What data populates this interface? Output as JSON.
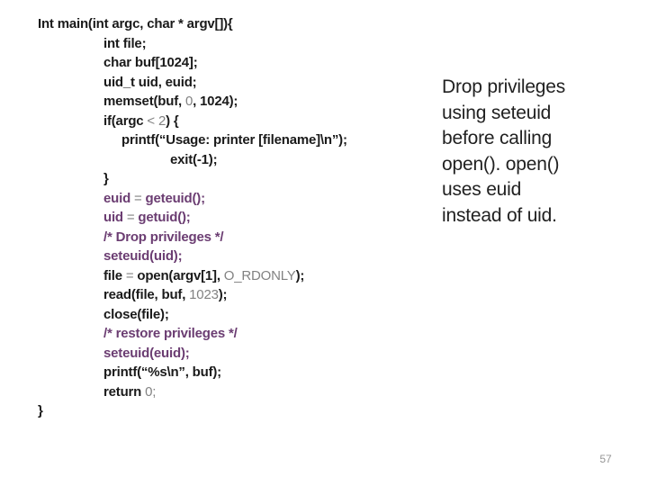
{
  "page": {
    "number": "57"
  },
  "colors": {
    "background": "#ffffff",
    "code_text": "#1a1a1a",
    "muted_token": "#828282",
    "privilege_highlight": "#6b3d72",
    "annotation_text": "#212121",
    "page_number": "#969696"
  },
  "annotation": {
    "full_text": "Drop privileges using seteuid before calling open(). open() uses euid instead of uid.",
    "lines": [
      "Drop privileges",
      "using seteuid",
      "before calling",
      "open(). open()",
      "uses euid",
      "instead of uid."
    ]
  },
  "code": {
    "language": "c",
    "lines": [
      {
        "indent": 0,
        "segments": [
          {
            "text": "Int main(int argc, char * argv[]){",
            "style": "k"
          }
        ]
      },
      {
        "indent": 1,
        "segments": [
          {
            "text": "int file;",
            "style": "k"
          }
        ]
      },
      {
        "indent": 1,
        "segments": [
          {
            "text": "char buf[1024];",
            "style": "k"
          }
        ]
      },
      {
        "indent": 1,
        "segments": [
          {
            "text": "uid_t uid, euid;",
            "style": "k"
          }
        ]
      },
      {
        "indent": 1,
        "segments": [
          {
            "text": "memset(buf, ",
            "style": "k"
          },
          {
            "text": "0",
            "style": "g"
          },
          {
            "text": ", 1024);",
            "style": "k"
          }
        ]
      },
      {
        "indent": 1,
        "segments": [
          {
            "text": "if(argc ",
            "style": "k"
          },
          {
            "text": "< 2",
            "style": "g"
          },
          {
            "text": ") {",
            "style": "k"
          }
        ]
      },
      {
        "indent": 2,
        "segments": [
          {
            "text": "printf(“Usage: printer [filename]\\n”);",
            "style": "k"
          }
        ]
      },
      {
        "indent": 3,
        "segments": [
          {
            "text": "exit(-1);",
            "style": "k"
          }
        ]
      },
      {
        "indent": 1,
        "segments": [
          {
            "text": "}",
            "style": "k"
          }
        ]
      },
      {
        "indent": 1,
        "segments": [
          {
            "text": "euid ",
            "style": "p"
          },
          {
            "text": "= ",
            "style": "g"
          },
          {
            "text": "geteuid();",
            "style": "p"
          }
        ]
      },
      {
        "indent": 1,
        "segments": [
          {
            "text": "uid ",
            "style": "p"
          },
          {
            "text": "= ",
            "style": "g"
          },
          {
            "text": "getuid();",
            "style": "p"
          }
        ]
      },
      {
        "indent": 1,
        "segments": [
          {
            "text": "/* Drop privileges */",
            "style": "p"
          }
        ]
      },
      {
        "indent": 1,
        "segments": [
          {
            "text": "seteuid(uid);",
            "style": "p"
          }
        ]
      },
      {
        "indent": 1,
        "segments": [
          {
            "text": "file ",
            "style": "k"
          },
          {
            "text": "= ",
            "style": "g"
          },
          {
            "text": "open(argv[1], ",
            "style": "k"
          },
          {
            "text": "O_RDONLY",
            "style": "g"
          },
          {
            "text": ");",
            "style": "k"
          }
        ]
      },
      {
        "indent": 1,
        "segments": [
          {
            "text": "read(file, buf, ",
            "style": "k"
          },
          {
            "text": "1023",
            "style": "g"
          },
          {
            "text": ");",
            "style": "k"
          }
        ]
      },
      {
        "indent": 1,
        "segments": [
          {
            "text": "close(file);",
            "style": "k"
          }
        ]
      },
      {
        "indent": 1,
        "segments": [
          {
            "text": "/* restore privileges */",
            "style": "p"
          }
        ]
      },
      {
        "indent": 1,
        "segments": [
          {
            "text": "seteuid(euid);",
            "style": "p"
          }
        ]
      },
      {
        "indent": 1,
        "segments": [
          {
            "text": "printf(“%s\\n”, buf);",
            "style": "k"
          }
        ]
      },
      {
        "indent": 1,
        "segments": [
          {
            "text": "return ",
            "style": "k"
          },
          {
            "text": "0;",
            "style": "g"
          }
        ]
      },
      {
        "indent": 0,
        "segments": [
          {
            "text": "}",
            "style": "k"
          }
        ]
      }
    ]
  }
}
